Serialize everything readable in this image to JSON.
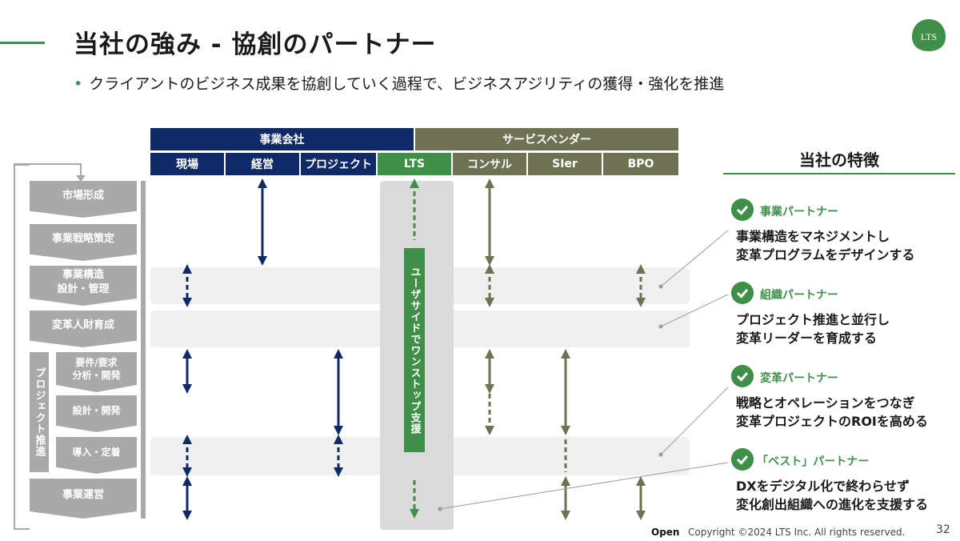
{
  "title": "当社の強み - 協創のパートナー",
  "logo_text": "LTS",
  "bullet": "クライアントのビジネス成果を協創していく過程で、ビジネスアジリティの獲得・強化を推進",
  "groups": {
    "client": "事業会社",
    "vendor": "サービスベンダー"
  },
  "columns": [
    "現場",
    "経営",
    "プロジェクト",
    "LTS",
    "コンサル",
    "SIer",
    "BPO"
  ],
  "phases": {
    "market": "市場形成",
    "strategy": "事業戦略策定",
    "structure_1": "事業構造",
    "structure_2": "設計・管理",
    "talent": "変革人財育成",
    "project_vertical": "プロジェクト推進",
    "req_1": "要件/要求",
    "req_2": "分析・開発",
    "design": "設計・開発",
    "intro": "導入・定着",
    "operation": "事業運営"
  },
  "lts_support": "ユーザサイドでワンストップ支援",
  "features_heading": "当社の特徴",
  "features": [
    {
      "label": "事業パートナー",
      "line1": "事業構造をマネジメントし",
      "line2": "変革プログラムをデザインする"
    },
    {
      "label": "組織パートナー",
      "line1": "プロジェクト推進と並行し",
      "line2": "変革リーダーを育成する"
    },
    {
      "label": "変革パートナー",
      "line1": "戦略とオペレーションをつなぎ",
      "line2": "変革プロジェクトのROIを高める"
    },
    {
      "label": "「ベスト」パートナー",
      "line1": "DXをデジタル化で終わらせず",
      "line2": "変化創出組織への進化を支援する"
    }
  ],
  "footer": {
    "open": "Open",
    "copyright": "Copyright ©2024 LTS Inc. All rights reserved.",
    "page": "32"
  },
  "colors": {
    "navy": "#0f2a66",
    "olive": "#6e7252",
    "green": "#3f8f49",
    "gray": "#a9a9a9"
  }
}
